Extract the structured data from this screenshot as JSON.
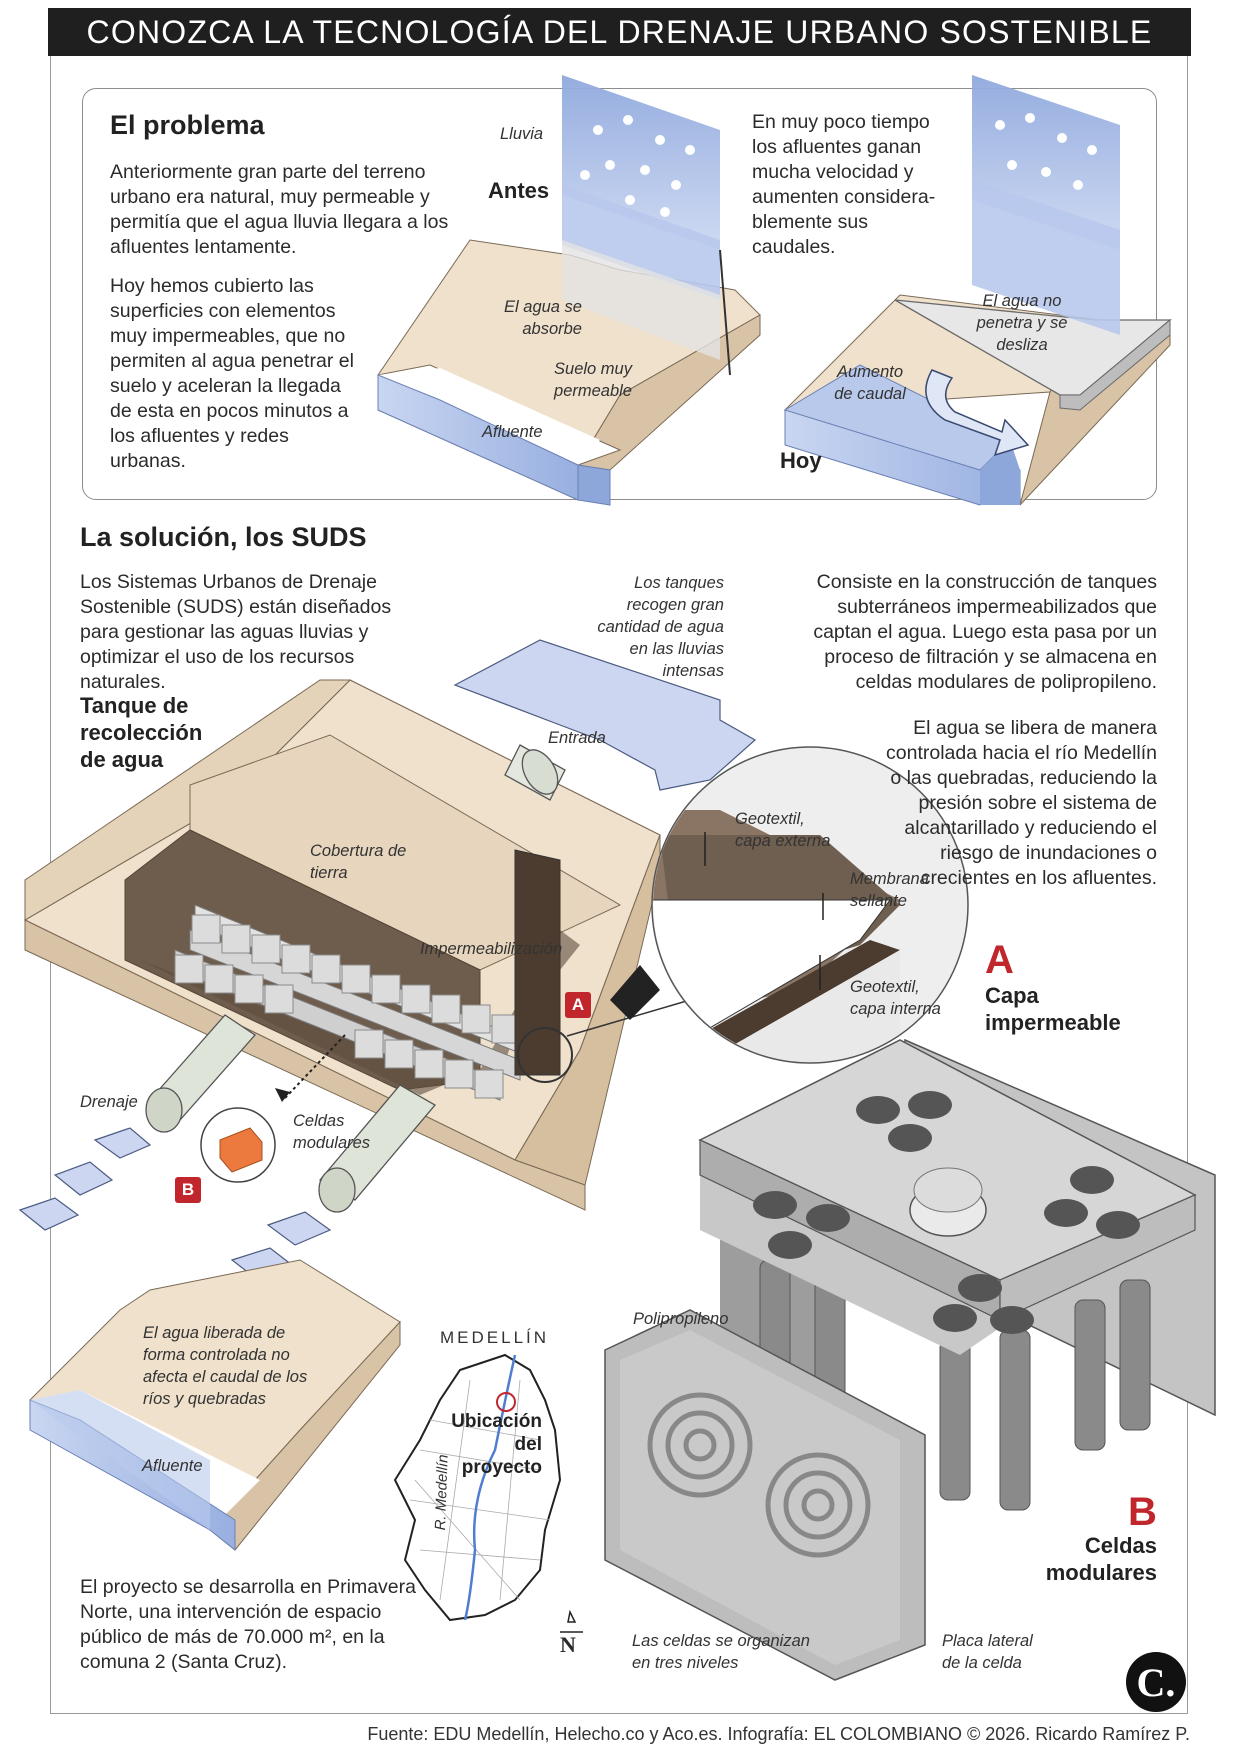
{
  "title": "CONOZCA LA TECNOLOGÍA DEL DRENAJE URBANO SOSTENIBLE",
  "problem": {
    "heading": "El problema",
    "p1": "Anteriormente gran parte del terreno urbano era natural, muy permeable y permitía que el agua lluvia llegara a los afluentes lentamente.",
    "p2": "Hoy hemos cubierto las superficies con elementos muy impermeables, que no permiten al agua penetrar el suelo y aceleran la llegada de esta en pocos minutos a los afluentes y redes urbanas.",
    "p3": "En muy poco tiempo los afluentes ganan mucha velocidad y aumenten considera-blemente sus caudales.",
    "labels": {
      "lluvia": "Lluvia",
      "antes": "Antes",
      "absorbe": "El agua se absorbe",
      "suelo": "Suelo muy permeable",
      "afluente": "Afluente",
      "no_penetra": "El agua no penetra y se desliza",
      "aumento": "Aumento de caudal",
      "hoy": "Hoy"
    }
  },
  "solution": {
    "heading": "La solución, los SUDS",
    "p1": "Los Sistemas Urbanos de Drenaje Sostenible (SUDS) están diseñados para gestionar las aguas lluvias y optimizar el uso de los recursos naturales.",
    "p2": "Consiste en la construcción de tanques subterráneos impermeabilizados que captan el agua. Luego esta pasa por un proceso de filtración y se almacena en celdas modulares de polipropileno.",
    "p3": "El agua se libera de manera controlada hacia el río Medellín o las quebradas, reduciendo la presión sobre el sistema de alcantarillado y reduciendo el riesgo de inundaciones o crecientes en los afluentes.",
    "tank_title": "Tanque de recolección de agua",
    "labels": {
      "tanques": "Los tanques recogen gran cantidad de agua en las lluvias intensas",
      "entrada": "Entrada",
      "cobertura": "Cobertura de tierra",
      "impermeabilizacion": "Impermeabilización",
      "drenaje": "Drenaje",
      "celdas": "Celdas modulares",
      "geotextil_ext": "Geotextil, capa externa",
      "membrana": "Membrana sellante",
      "geotextil_int": "Geotextil, capa interna",
      "capa_letter": "A",
      "capa_title": "Capa impermeable",
      "badge_a": "A",
      "badge_b": "B",
      "liberada": "El agua liberada de forma controlada no afecta el caudal de los ríos y quebradas",
      "afluente2": "Afluente",
      "polipropileno": "Polipropileno",
      "celdas_letter": "B",
      "celdas_title": "Celdas modulares",
      "niveles": "Las celdas se organizan en tres niveles",
      "placa": "Placa lateral de la celda"
    }
  },
  "map": {
    "city": "MEDELLÍN",
    "location": "Ubicación del proyecto",
    "river": "R. Medellín",
    "north": "N"
  },
  "project_text": "El proyecto se desarrolla en Primavera Norte, una intervención de espacio público de más de 70.000 m²,  en la comuna 2 (Santa Cruz).",
  "source": "Fuente: EDU Medellín, Helecho.co y Aco.es. Infografía: EL COLOMBIANO © 2026. Ricardo Ramírez P.",
  "logo": "C.",
  "colors": {
    "accent": "#c0262c",
    "water": "#a9bce6",
    "soil": "#efe1cc",
    "dark": "#1f1f1f"
  }
}
